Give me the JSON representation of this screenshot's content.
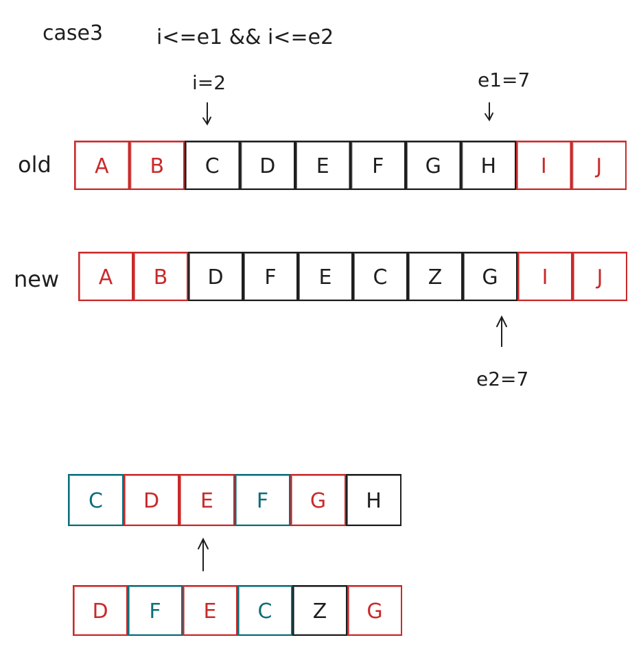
{
  "colors": {
    "red": "#c92a2a",
    "teal": "#0b6e7a",
    "black": "#1e1e1e"
  },
  "heading": {
    "title": "case3",
    "condition": "i<=e1 && i<=e2"
  },
  "pointers": {
    "i": "i=2",
    "e1": "e1=7",
    "e2": "e2=7"
  },
  "rows": {
    "old": {
      "label": "old",
      "cells": [
        {
          "text": "A",
          "color": "red"
        },
        {
          "text": "B",
          "color": "red"
        },
        {
          "text": "C",
          "color": "black"
        },
        {
          "text": "D",
          "color": "black"
        },
        {
          "text": "E",
          "color": "black"
        },
        {
          "text": "F",
          "color": "black"
        },
        {
          "text": "G",
          "color": "black"
        },
        {
          "text": "H",
          "color": "black"
        },
        {
          "text": "I",
          "color": "red"
        },
        {
          "text": "J",
          "color": "red"
        }
      ]
    },
    "new": {
      "label": "new",
      "cells": [
        {
          "text": "A",
          "color": "red"
        },
        {
          "text": "B",
          "color": "red"
        },
        {
          "text": "D",
          "color": "black"
        },
        {
          "text": "F",
          "color": "black"
        },
        {
          "text": "E",
          "color": "black"
        },
        {
          "text": "C",
          "color": "black"
        },
        {
          "text": "Z",
          "color": "black"
        },
        {
          "text": "G",
          "color": "black"
        },
        {
          "text": "I",
          "color": "red"
        },
        {
          "text": "J",
          "color": "red"
        }
      ]
    },
    "old_sub": {
      "label": "",
      "cells": [
        {
          "text": "C",
          "color": "teal"
        },
        {
          "text": "D",
          "color": "red"
        },
        {
          "text": "E",
          "color": "red"
        },
        {
          "text": "F",
          "color": "teal"
        },
        {
          "text": "G",
          "color": "red"
        },
        {
          "text": "H",
          "color": "black"
        }
      ]
    },
    "new_sub": {
      "label": "",
      "cells": [
        {
          "text": "D",
          "color": "red"
        },
        {
          "text": "F",
          "color": "teal"
        },
        {
          "text": "E",
          "color": "red"
        },
        {
          "text": "C",
          "color": "teal"
        },
        {
          "text": "Z",
          "color": "black"
        },
        {
          "text": "G",
          "color": "red"
        }
      ]
    }
  }
}
